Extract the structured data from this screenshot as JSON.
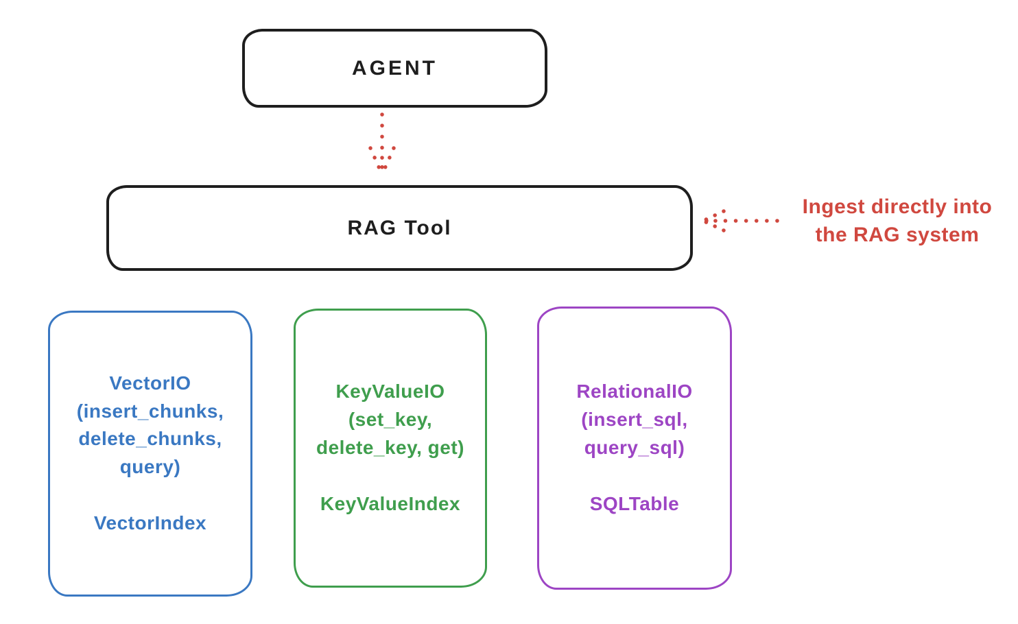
{
  "agent_box": {
    "label": "AGENT"
  },
  "rag_tool_box": {
    "label": "RAG Tool"
  },
  "annotation": {
    "line1": "Ingest directly into",
    "line2": "the RAG system"
  },
  "arrows": {
    "agent_to_rag": "red-dotted-arrow-down",
    "annotation_to_rag": "red-dotted-arrow-left"
  },
  "stores": [
    {
      "id": "vector-io",
      "lines": [
        "VectorIO",
        "(insert_chunks,",
        "delete_chunks,",
        "query)"
      ],
      "secondary": "VectorIndex",
      "color": "#3a78c2"
    },
    {
      "id": "keyvalue-io",
      "lines": [
        "KeyValueIO",
        "(set_key,",
        "delete_key, get)"
      ],
      "secondary": "KeyValueIndex",
      "color": "#3f9e4d"
    },
    {
      "id": "relational-io",
      "lines": [
        "RelationalIO",
        "(insert_sql,",
        "query_sql)"
      ],
      "secondary": "SQLTable",
      "color": "#9d45c4"
    }
  ],
  "colors": {
    "stroke": "#1e1e1e",
    "accent_red": "#d0483f",
    "blue": "#3a78c2",
    "green": "#3f9e4d",
    "purple": "#9d45c4",
    "background": "#ffffff"
  }
}
